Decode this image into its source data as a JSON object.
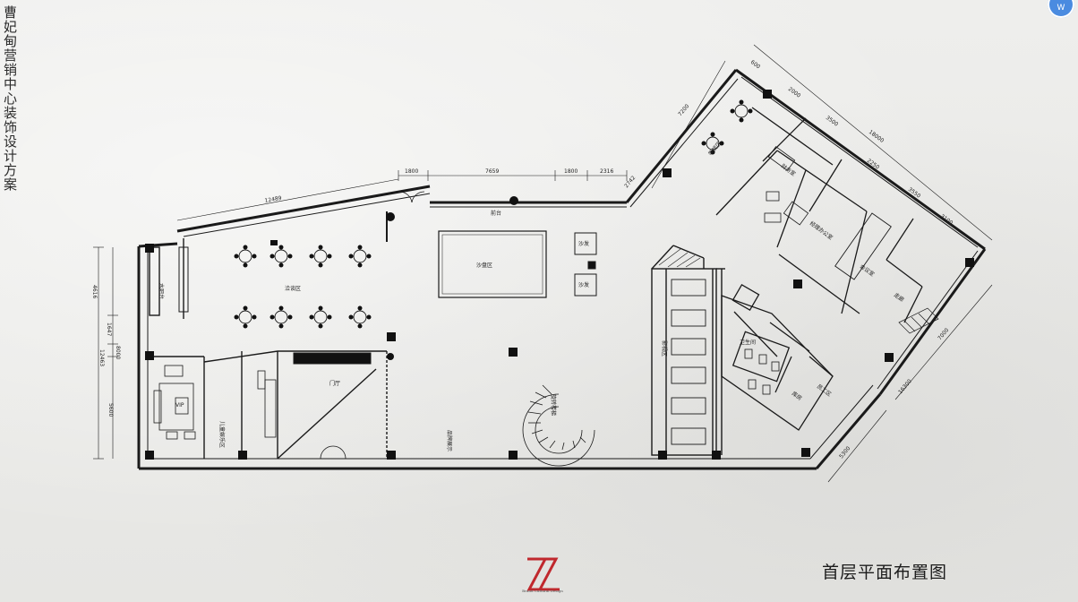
{
  "project_title": "曹妃甸营销中心装饰设计方案",
  "plan_title": "首层平面布置图",
  "logo_caption": "Brand Cultural Design",
  "corner_badge": "W",
  "dimensions": {
    "top_1": "1800",
    "top_2": "7659",
    "top_3": "1800",
    "top_4": "2316",
    "top_left": "12489",
    "left_1": "4616",
    "left_2": "1647",
    "left_3": "8000",
    "left_4": "12463",
    "left_5": "5600",
    "diag_1": "7200",
    "diag_2": "2742",
    "topright_1": "600",
    "topright_2": "2000",
    "topright_3": "3500",
    "topright_4": "18000",
    "topright_5": "2250",
    "topright_6": "3550",
    "topright_7": "3100",
    "right_1": "7000",
    "right_2": "16300",
    "right_3": "5300"
  },
  "rooms": {
    "negotiation": "洽谈区",
    "sand_table": "沙盘区",
    "reception": "前台",
    "sofa": "沙发",
    "vip": "VIP",
    "kids": "儿童娱乐区",
    "bar": "水吧台",
    "elevator_zone": "门厅",
    "spiral_stair": "旋转楼梯",
    "display": "品牌展示",
    "waiting": "等候区",
    "finance": "财务室",
    "manager": "经理办公室",
    "meeting": "会议室",
    "corridor": "走廊",
    "toilet": "卫生间",
    "storage": "库房",
    "staff": "员工区",
    "cinema": "影视区"
  }
}
